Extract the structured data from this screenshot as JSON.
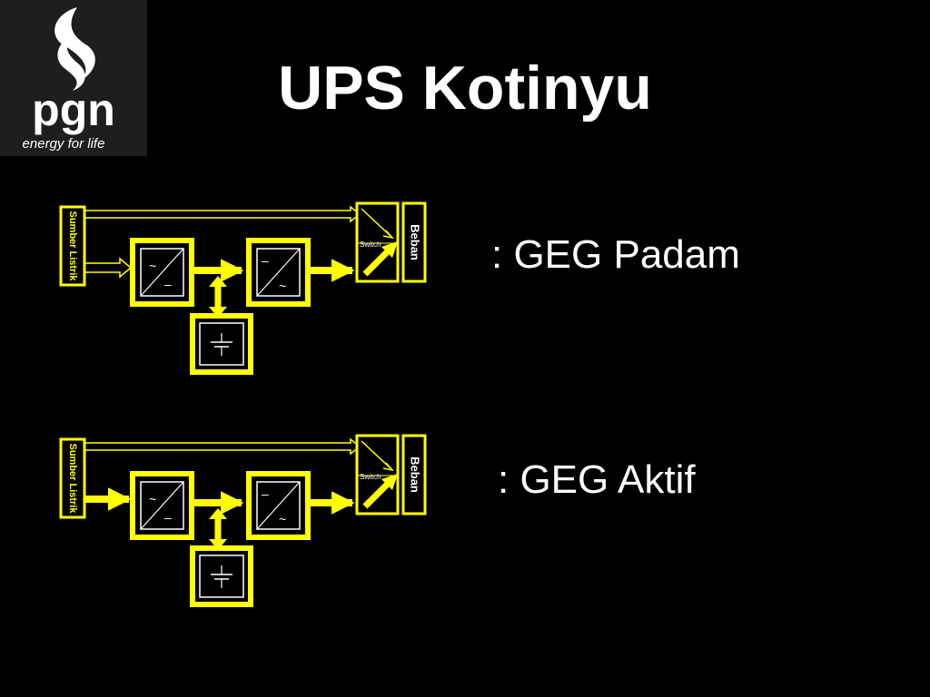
{
  "title": "UPS Kotinyu",
  "logo": {
    "brand_text": "pgn",
    "tagline": "energy for life",
    "icon": "pgn-swirl-logo-icon"
  },
  "colors": {
    "background": "#000000",
    "accent": "#ffff00",
    "text": "#ffffff"
  },
  "diagrams": [
    {
      "source_label": "Sumber Listrik",
      "switch_label": "Switch",
      "load_label": "Beban",
      "rectifier_symbol": "~ / –",
      "inverter_symbol": "– / ~",
      "battery_icon": "battery-icon",
      "caption": ": GEG Padam"
    },
    {
      "source_label": "Sumber Listrik",
      "switch_label": "Switch",
      "load_label": "Beban",
      "rectifier_symbol": "~ / –",
      "inverter_symbol": "– / ~",
      "battery_icon": "battery-icon",
      "caption": ": GEG Aktif"
    }
  ]
}
